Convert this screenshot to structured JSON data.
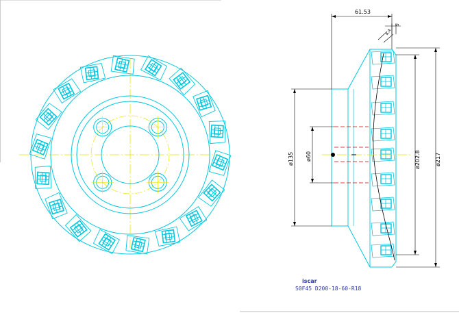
{
  "drawing": {
    "colors": {
      "outline": "#00c8e0",
      "centerline": "#e8e800",
      "hidden": "#d40000",
      "dimension": "#000000",
      "title": "#2a3aa8"
    },
    "front_view": {
      "insert_count": 18,
      "bolt_hole_count": 4
    },
    "dimensions": {
      "width": "61.53",
      "d135": "ø135",
      "d60": "ø60",
      "d202": "ø202.8",
      "d217": "ø217",
      "small_a": "4.4",
      "small_b": "5"
    },
    "brand": "iscar",
    "part_number": "S0F45  D200-18-60-R18"
  }
}
